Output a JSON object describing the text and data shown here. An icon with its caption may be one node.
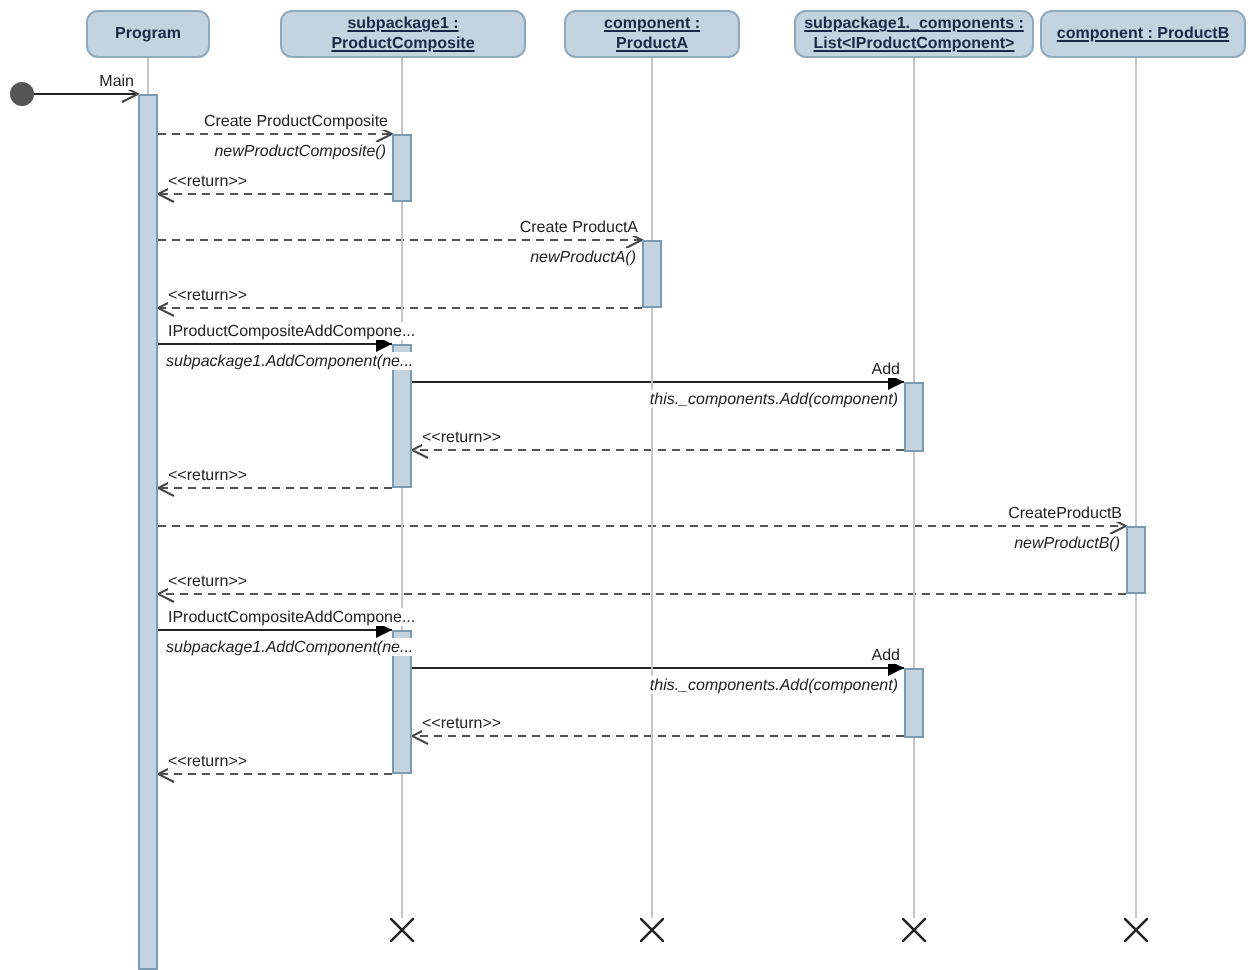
{
  "diagram": {
    "nodes": [
      {
        "text": [
          "Program"
        ]
      },
      {
        "text": [
          "subpackage1 : ProductComposite"
        ]
      },
      {
        "text": [
          "component : ProductA"
        ]
      },
      {
        "text": [
          "subpackage1._components : List<IProductComponent>"
        ]
      },
      {
        "text": [
          "component : ProductB"
        ]
      },
      {
        "text": [],
        "shape": "circle"
      },
      {
        "text": [],
        "shape": "bar"
      },
      {
        "text": [],
        "shape": "bar"
      },
      {
        "text": [],
        "shape": "bar"
      },
      {
        "text": [],
        "shape": "bar"
      },
      {
        "text": [],
        "shape": "bar"
      },
      {
        "text": [],
        "shape": "bar"
      },
      {
        "text": [],
        "shape": "bar"
      },
      {
        "text": [],
        "shape": "bar"
      },
      {
        "text": [],
        "shape": "cross"
      },
      {
        "text": [],
        "shape": "cross"
      },
      {
        "text": [],
        "shape": "cross"
      },
      {
        "text": [],
        "shape": "cross"
      }
    ],
    "edges": [
      {
        "from": 5,
        "to": 6,
        "arrow": "to",
        "label": "Main",
        "color": "#222222"
      },
      {
        "from": 6,
        "to": 7,
        "arrow": "to",
        "style": "dashed",
        "label": "Create ProductComposite",
        "color": "#555555"
      },
      {
        "from": 7,
        "to": 6,
        "arrow": "to",
        "style": "dashed",
        "label": "<<return>>",
        "color": "#555555"
      },
      {
        "from": 6,
        "to": 8,
        "arrow": "to",
        "style": "dashed",
        "label": "Create ProductA",
        "color": "#555555"
      },
      {
        "from": 8,
        "to": 6,
        "arrow": "to",
        "style": "dashed",
        "label": "<<return>>",
        "color": "#555555"
      },
      {
        "from": 6,
        "to": 9,
        "arrow": "to",
        "label": "IProductCompositeAddCompone...",
        "color": "#222222"
      },
      {
        "from": 9,
        "to": 10,
        "arrow": "to",
        "label": "Add",
        "color": "#222222"
      },
      {
        "from": 10,
        "to": 9,
        "arrow": "to",
        "style": "dashed",
        "label": "<<return>>",
        "color": "#555555"
      },
      {
        "from": 9,
        "to": 6,
        "arrow": "to",
        "style": "dashed",
        "label": "<<return>>",
        "color": "#555555"
      },
      {
        "from": 6,
        "to": 11,
        "arrow": "to",
        "style": "dashed",
        "label": "CreateProductB",
        "color": "#555555"
      },
      {
        "from": 11,
        "to": 6,
        "arrow": "to",
        "style": "dashed",
        "label": "<<return>>",
        "color": "#555555"
      },
      {
        "from": 6,
        "to": 12,
        "arrow": "to",
        "label": "IProductCompositeAddCompone...",
        "color": "#222222"
      },
      {
        "from": 12,
        "to": 13,
        "arrow": "to",
        "label": "Add",
        "color": "#222222"
      },
      {
        "from": 13,
        "to": 12,
        "arrow": "to",
        "style": "dashed",
        "label": "<<return>>",
        "color": "#555555"
      },
      {
        "from": 12,
        "to": 6,
        "arrow": "to",
        "style": "dashed",
        "label": "<<return>>",
        "color": "#555555"
      },
      {
        "from": 0,
        "to": 6,
        "arrow": "none",
        "color": "#c8c8c8"
      },
      {
        "from": 1,
        "to": 7,
        "arrow": "none",
        "color": "#c8c8c8"
      },
      {
        "from": 7,
        "to": 9,
        "arrow": "none",
        "color": "#c8c8c8"
      },
      {
        "from": 9,
        "to": 12,
        "arrow": "none",
        "color": "#c8c8c8"
      },
      {
        "from": 12,
        "to": 14,
        "arrow": "none",
        "color": "#c8c8c8"
      },
      {
        "from": 2,
        "to": 8,
        "arrow": "none",
        "color": "#c8c8c8"
      },
      {
        "from": 8,
        "to": 15,
        "arrow": "none",
        "color": "#c8c8c8"
      },
      {
        "from": 3,
        "to": 10,
        "arrow": "none",
        "color": "#c8c8c8"
      },
      {
        "from": 10,
        "to": 13,
        "arrow": "none",
        "color": "#c8c8c8"
      },
      {
        "from": 13,
        "to": 16,
        "arrow": "none",
        "color": "#c8c8c8"
      },
      {
        "from": 4,
        "to": 11,
        "arrow": "none",
        "color": "#c8c8c8"
      },
      {
        "from": 11,
        "to": 17,
        "arrow": "none",
        "color": "#c8c8c8"
      }
    ],
    "labels": [
      "newProductComposite()",
      "newProductA()",
      "subpackage1.AddComponent(ne...",
      "this._components.Add(component)",
      "newProductB()",
      "subpackage1.AddComponent(ne...",
      "this._components.Add(component)"
    ]
  }
}
